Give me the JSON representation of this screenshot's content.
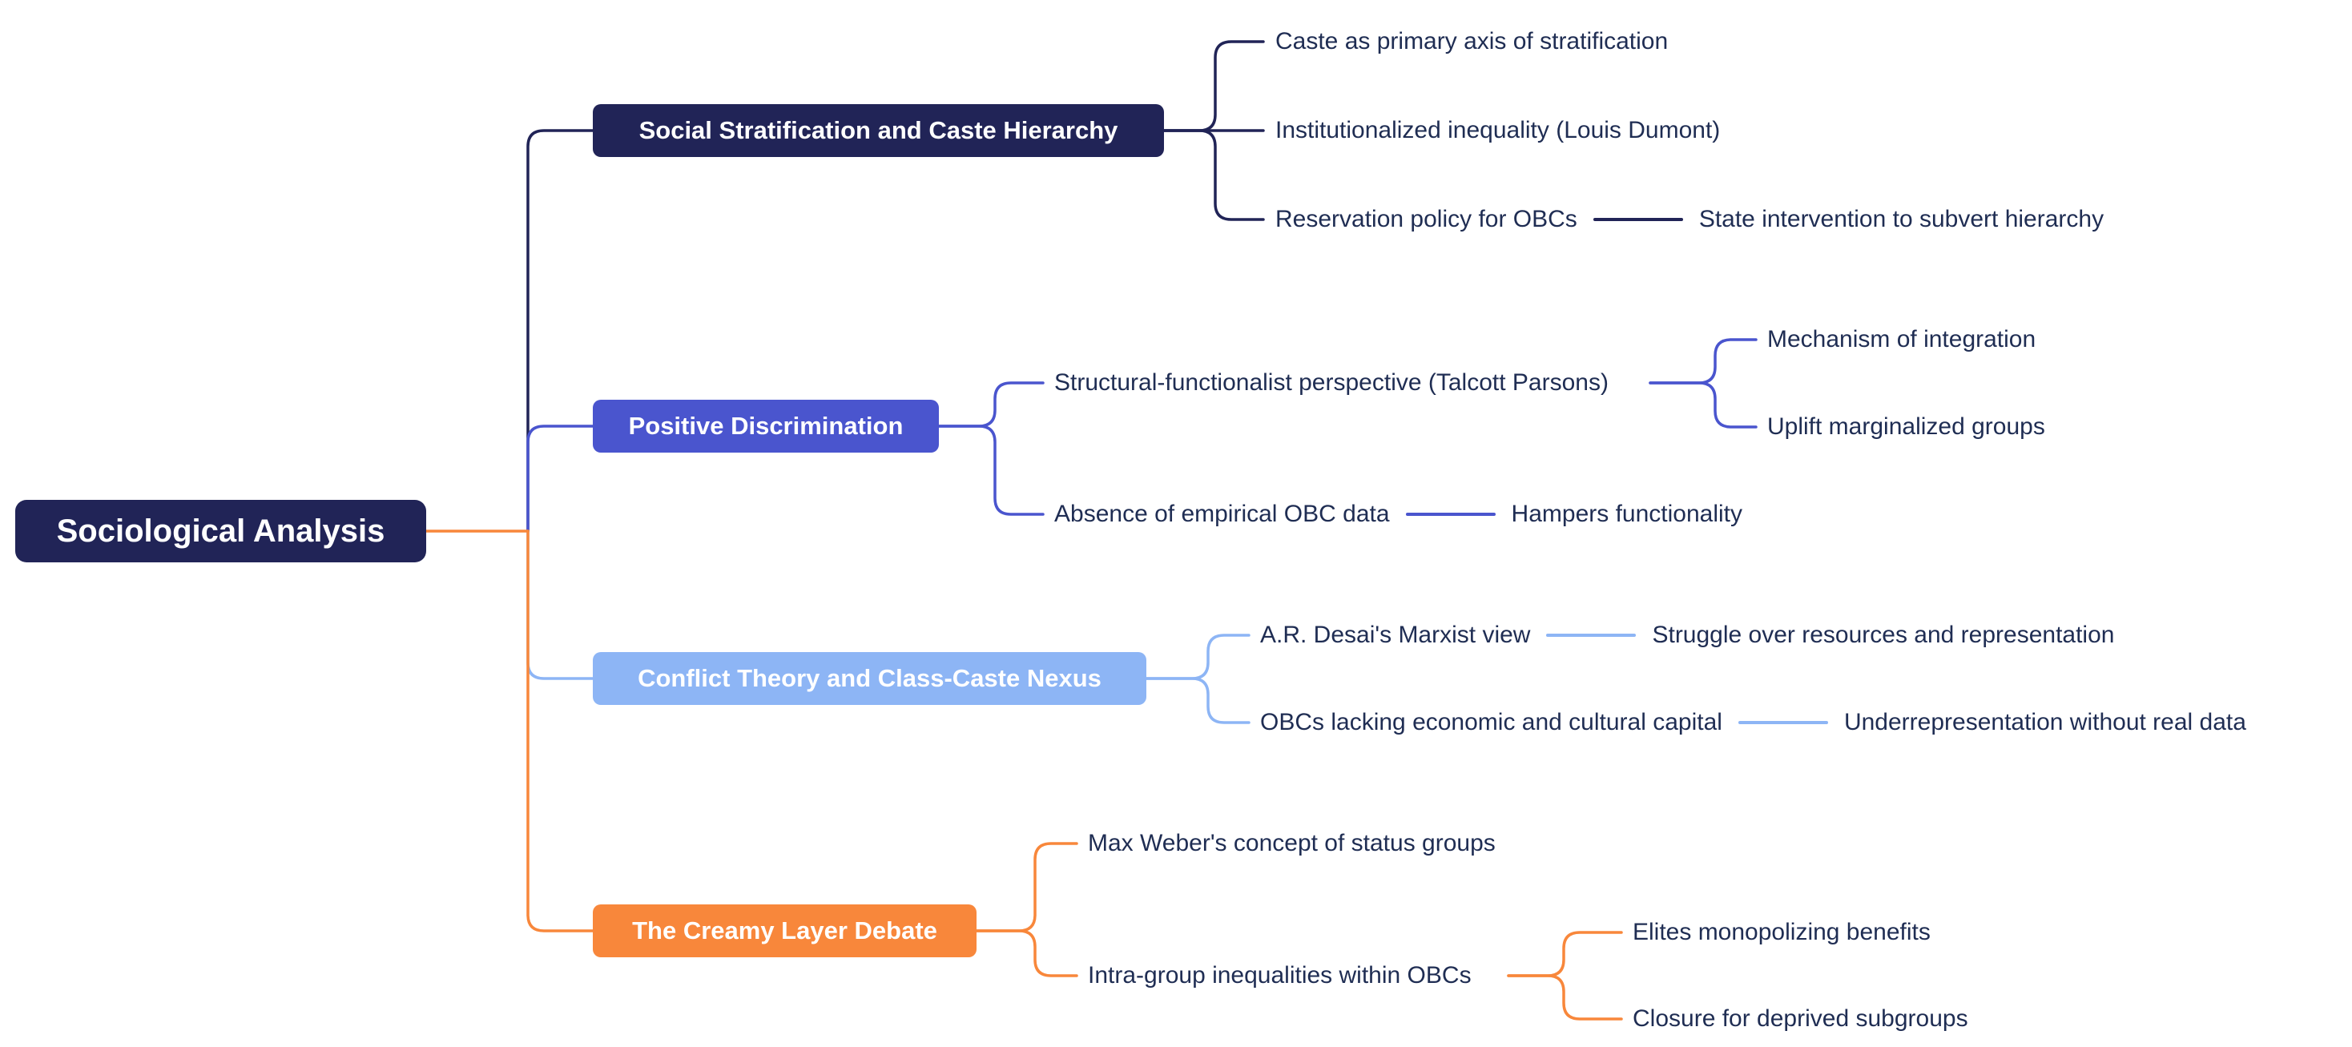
{
  "colors": {
    "background": "#FFFFFF",
    "navy": "#212457",
    "indigo": "#4A55CE",
    "light_blue": "#8DB5F5",
    "orange": "#F8873B",
    "leaf_text": "#1F2D53"
  },
  "root": {
    "label": "Sociological Analysis"
  },
  "branches": [
    {
      "label": "Social Stratification and Caste Hierarchy",
      "color": "#212457",
      "children": [
        {
          "label": "Caste as primary axis of stratification"
        },
        {
          "label": "Institutionalized inequality (Louis Dumont)"
        },
        {
          "label": "Reservation policy for OBCs",
          "children": [
            {
              "label": "State intervention to subvert hierarchy"
            }
          ]
        }
      ]
    },
    {
      "label": "Positive Discrimination",
      "color": "#4A55CE",
      "children": [
        {
          "label": "Structural-functionalist perspective (Talcott Parsons)",
          "children": [
            {
              "label": "Mechanism of integration"
            },
            {
              "label": "Uplift marginalized groups"
            }
          ]
        },
        {
          "label": "Absence of empirical OBC data",
          "children": [
            {
              "label": "Hampers functionality"
            }
          ]
        }
      ]
    },
    {
      "label": "Conflict Theory and Class-Caste Nexus",
      "color": "#8DB5F5",
      "children": [
        {
          "label": "A.R. Desai's Marxist view",
          "children": [
            {
              "label": "Struggle over resources and representation"
            }
          ]
        },
        {
          "label": "OBCs lacking economic and cultural capital",
          "children": [
            {
              "label": "Underrepresentation without real data"
            }
          ]
        }
      ]
    },
    {
      "label": "The Creamy Layer Debate",
      "color": "#F8873B",
      "children": [
        {
          "label": "Max Weber's concept of status groups"
        },
        {
          "label": "Intra-group inequalities within OBCs",
          "children": [
            {
              "label": "Elites monopolizing benefits"
            },
            {
              "label": "Closure for deprived subgroups"
            }
          ]
        }
      ]
    }
  ]
}
